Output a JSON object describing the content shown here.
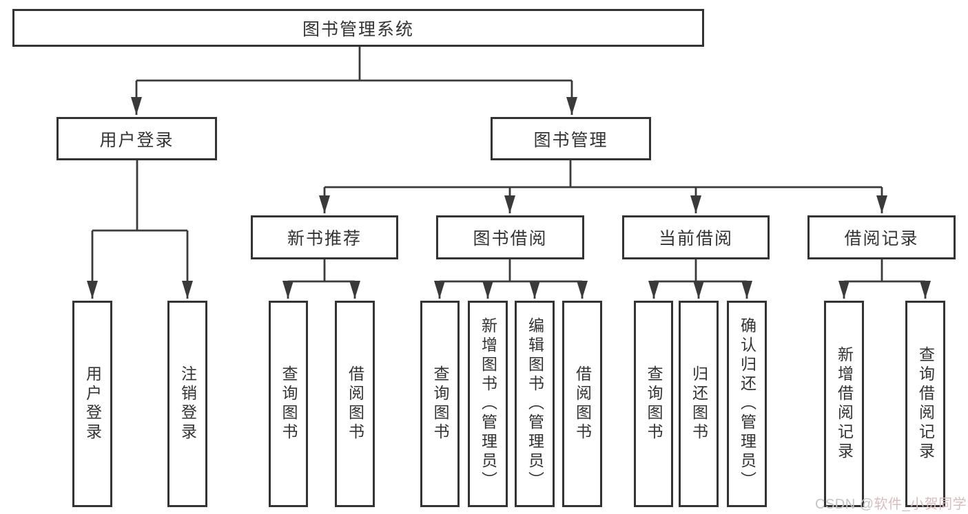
{
  "diagram": {
    "root": {
      "label": "图书管理系统"
    },
    "user_login": {
      "label": "用户登录",
      "children": {
        "login": {
          "label": "用户登录"
        },
        "logout": {
          "label": "注销登录"
        }
      }
    },
    "book_mgmt": {
      "label": "图书管理",
      "children": {
        "new_book_rec": {
          "label": "新书推荐",
          "children": {
            "query_book": {
              "label": "查询图书"
            },
            "borrow_book": {
              "label": "借阅图书"
            }
          }
        },
        "book_borrow": {
          "label": "图书借阅",
          "children": {
            "query_book": {
              "label": "查询图书"
            },
            "add_book": {
              "label": "新增图书（管理员）"
            },
            "edit_book": {
              "label": "编辑图书（管理员）"
            },
            "borrow_book": {
              "label": "借阅图书"
            }
          }
        },
        "current_borrow": {
          "label": "当前借阅",
          "children": {
            "query_book": {
              "label": "查询图书"
            },
            "return_book": {
              "label": "归还图书"
            },
            "confirm_return": {
              "label": "确认归还（管理员）"
            }
          }
        },
        "borrow_record": {
          "label": "借阅记录",
          "children": {
            "add_record": {
              "label": "新增借阅记录"
            },
            "query_record": {
              "label": "查询借阅记录"
            }
          }
        }
      }
    }
  },
  "watermark": {
    "prefix": "CSDN @",
    "author": "软件_小贺同学"
  },
  "colors": {
    "line": "#3a3a3a",
    "box_border": "#333333",
    "box_fill": "#ffffff",
    "text": "#333333",
    "watermark_gray": "#c7c3c3",
    "watermark_pink": "#d9bcbc"
  }
}
